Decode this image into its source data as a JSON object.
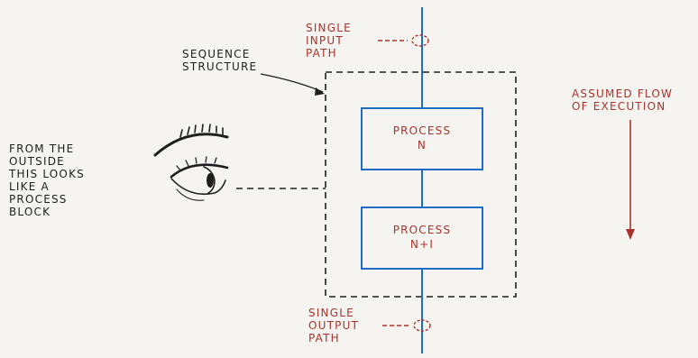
{
  "colors": {
    "blue": "#1f6cc4",
    "red": "#a8332c",
    "ink": "#1e1e1e",
    "paper": "#f6f4f0"
  },
  "labels": {
    "single_input": "SINGLE\nINPUT\nPATH",
    "single_output": "SINGLE\nOUTPUT\nPATH",
    "sequence_structure": "SEQUENCE\nSTRUCTURE",
    "assumed_flow": "ASSUMED FLOW\nOF EXECUTION",
    "outside_note": "FROM THE\nOUTSIDE\nTHIS LOOKS\nLIKE A\nPROCESS\nBLOCK"
  },
  "process_blocks": [
    {
      "line1": "PROCESS",
      "line2": "N"
    },
    {
      "line1": "PROCESS",
      "line2": "N+I"
    }
  ],
  "icons": {
    "eye": "eye-icon"
  }
}
